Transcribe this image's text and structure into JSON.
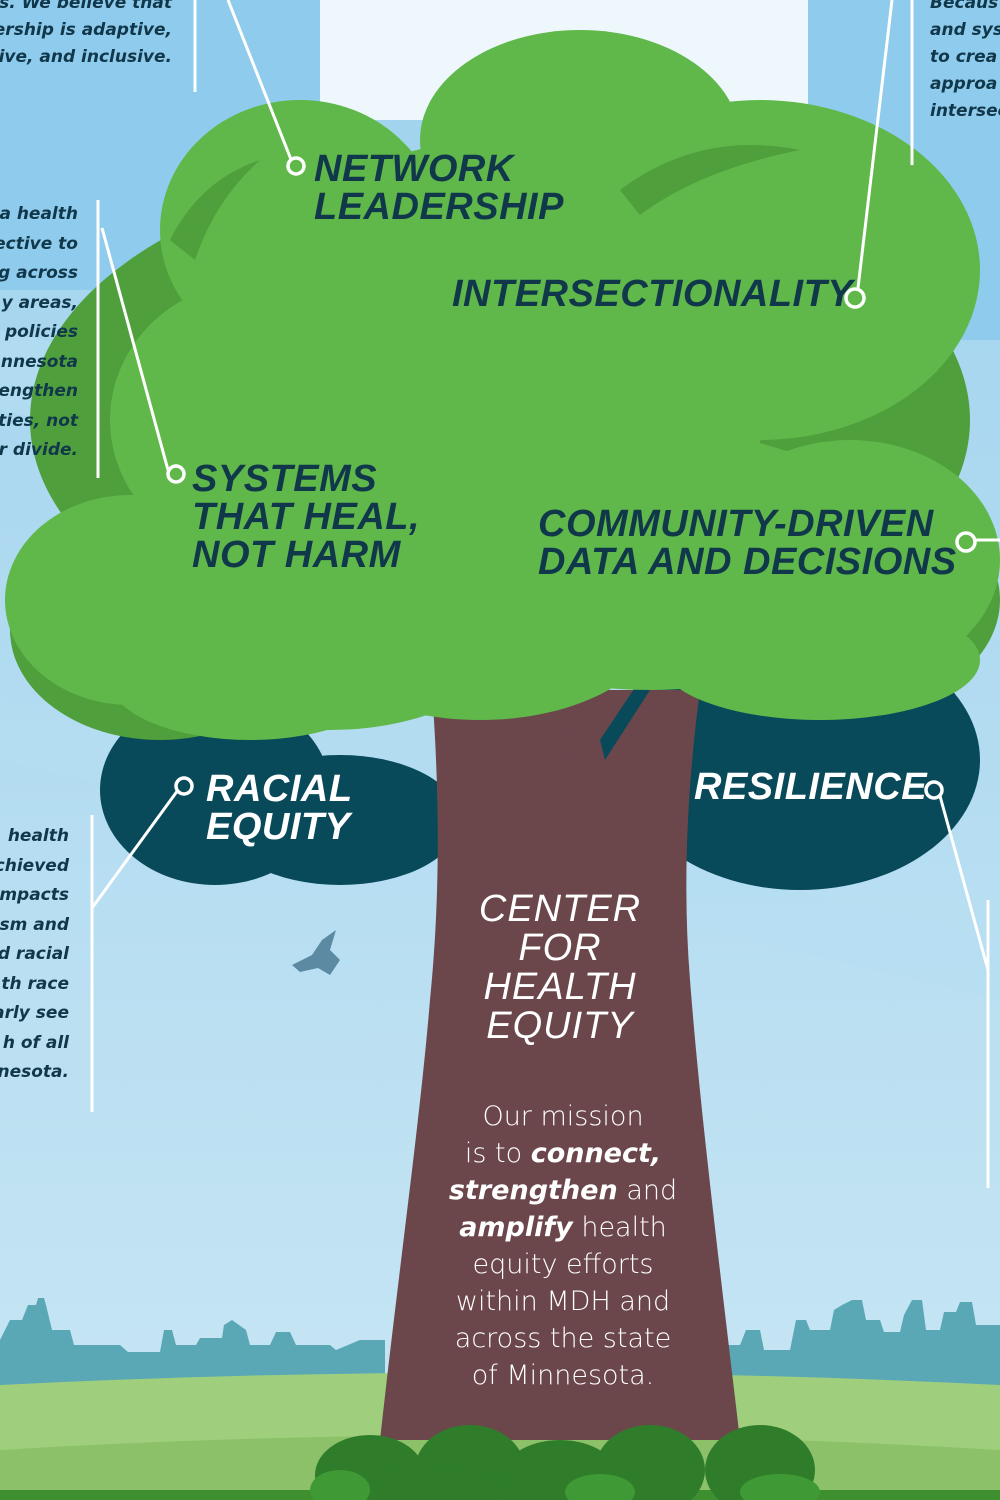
{
  "left_top_text": [
    "s. We believe that",
    "ership is adaptive,",
    "ive, and inclusive."
  ],
  "left_mid_text": [
    "a health",
    "ective to",
    "g across",
    "y areas,",
    "policies",
    "nnesota",
    "engthen",
    "ties, not",
    "r divide."
  ],
  "left_low_text": [
    "health",
    "chieved",
    "mpacts",
    "sm and",
    "d racial",
    "th race",
    "arly see",
    "h of all",
    "nesota."
  ],
  "right_top_text": [
    "Becaus",
    "and sys",
    "to crea",
    "approa",
    "intersec"
  ],
  "labels": {
    "network": [
      "NETWORK",
      "LEADERSHIP"
    ],
    "intersectionality": "INTERSECTIONALITY",
    "systems": [
      "SYSTEMS",
      "THAT HEAL,",
      "NOT HARM"
    ],
    "community": [
      "COMMUNITY-DRIVEN",
      "DATA AND DECISIONS"
    ],
    "racial": [
      "RACIAL",
      "EQUITY"
    ],
    "resilience": "RESILIENCE"
  },
  "trunk_title": [
    "CENTER",
    "FOR",
    "HEALTH",
    "EQUITY"
  ],
  "mission": {
    "l1": "Our mission",
    "l2a": "is to",
    "connect": "connect,",
    "strengthen": "strengthen",
    "and": "and",
    "amplify": "amplify",
    "health": "health",
    "l5": "equity efforts",
    "l6": "within MDH and",
    "l7": "across the state",
    "l8": "of Minnesota."
  },
  "colors": {
    "sky": "#a9d7ef",
    "pillar": "#8fcbed",
    "canopy": "#5fb849",
    "canopy_shade": "#4f9f3c",
    "dark_canopy": "#08495a",
    "trunk": "#6b474c",
    "text_dark": "#11384a",
    "grass": "#9fcf7d",
    "skyline": "#5aa8b6"
  }
}
